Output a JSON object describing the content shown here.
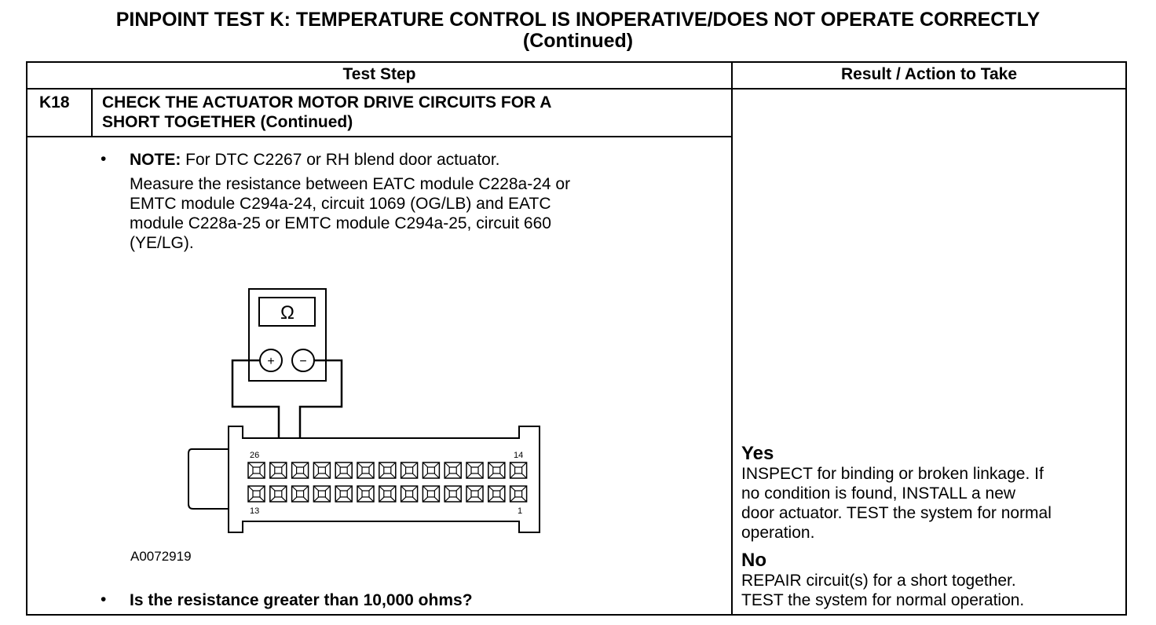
{
  "title": {
    "line1": "PINPOINT TEST  K: TEMPERATURE CONTROL IS INOPERATIVE/DOES NOT OPERATE CORRECTLY",
    "line2": "(Continued)"
  },
  "table": {
    "header_test_step": "Test Step",
    "header_result": "Result / Action to Take",
    "step_id": "K18",
    "step_title_line1": "CHECK THE ACTUATOR MOTOR DRIVE CIRCUITS FOR A",
    "step_title_line2": "SHORT TOGETHER (Continued)",
    "note_label": "NOTE:",
    "note_text": " For DTC C2267 or RH blend door actuator.",
    "measure_lines": [
      "Measure the resistance between EATC module C228a-24 or",
      "EMTC module C294a-24, circuit 1069 (OG/LB) and EATC",
      "module C228a-25 or EMTC module  C294a-25, circuit 660",
      "(YE/LG)."
    ],
    "question": "Is the resistance greater than 10,000 ohms?",
    "bullet": "•"
  },
  "figure": {
    "meter_symbol": "Ω",
    "plus": "+",
    "minus": "−",
    "pin_26": "26",
    "pin_14": "14",
    "pin_13": "13",
    "pin_1": "1",
    "figure_id": "A0072919"
  },
  "result": {
    "yes_label": "Yes",
    "yes_lines": [
      "INSPECT for binding or broken linkage. If",
      "no condition is found, INSTALL a new",
      "door actuator. TEST the system for normal",
      "operation."
    ],
    "no_label": "No",
    "no_lines": [
      "REPAIR circuit(s) for a short together.",
      "TEST the system for normal operation."
    ]
  }
}
